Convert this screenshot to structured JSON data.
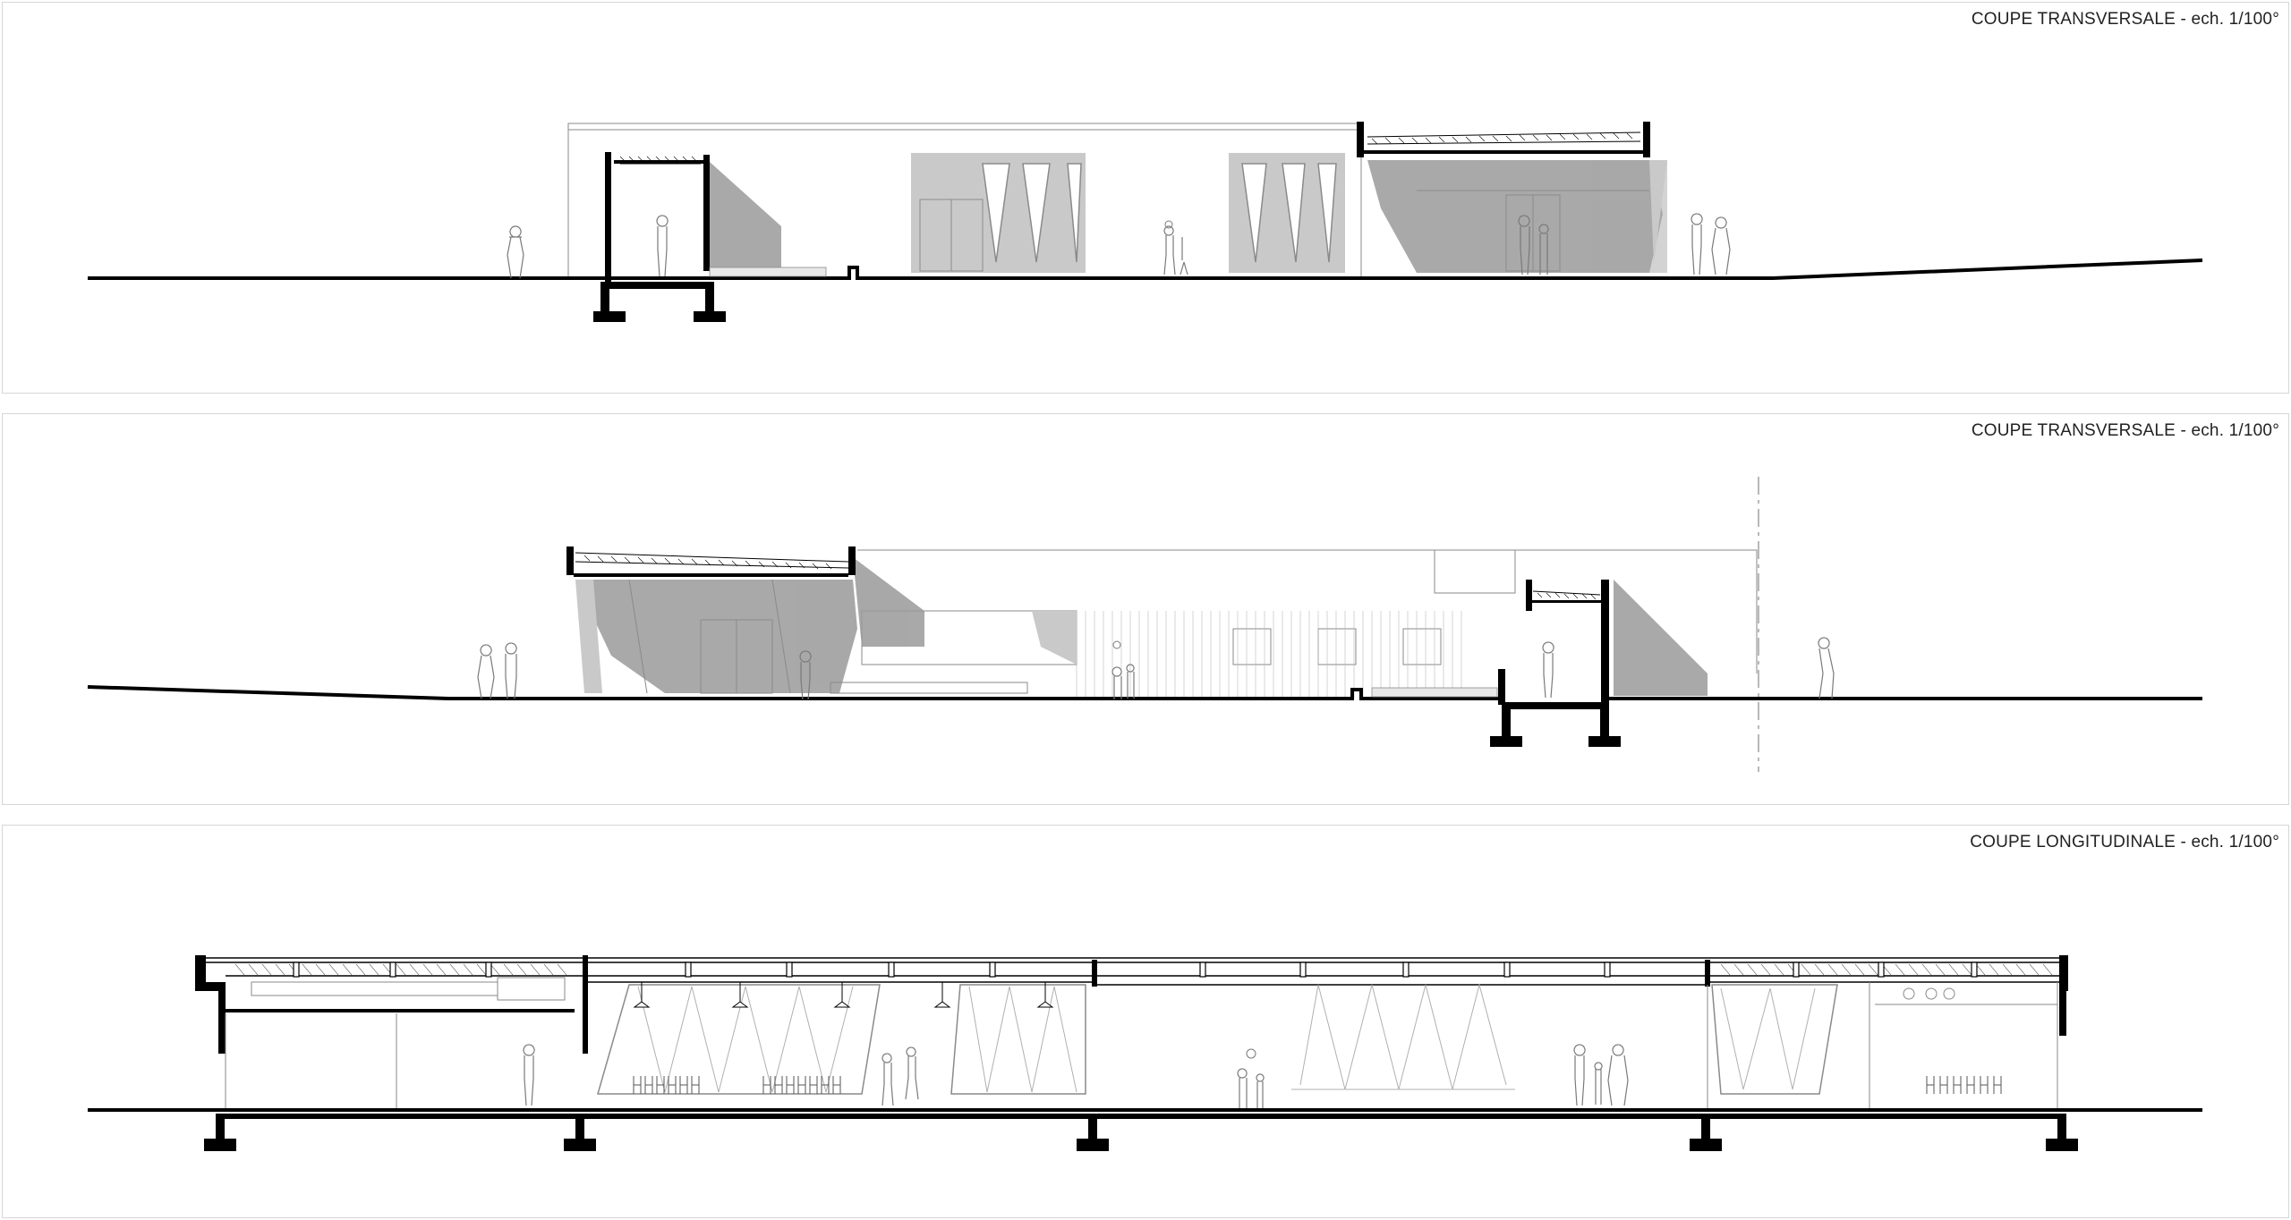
{
  "sections": [
    {
      "title": "COUPE TRANSVERSALE - ech. 1/100°"
    },
    {
      "title": "COUPE TRANSVERSALE - ech. 1/100°"
    },
    {
      "title": "COUPE LONGITUDINALE - ech. 1/100°"
    }
  ],
  "colors": {
    "ink": "#000000",
    "shade": "#9a9a9a",
    "light_shade": "#c9c9c9",
    "fine_line": "#8a8a8a",
    "frame": "#d6d6d6"
  }
}
